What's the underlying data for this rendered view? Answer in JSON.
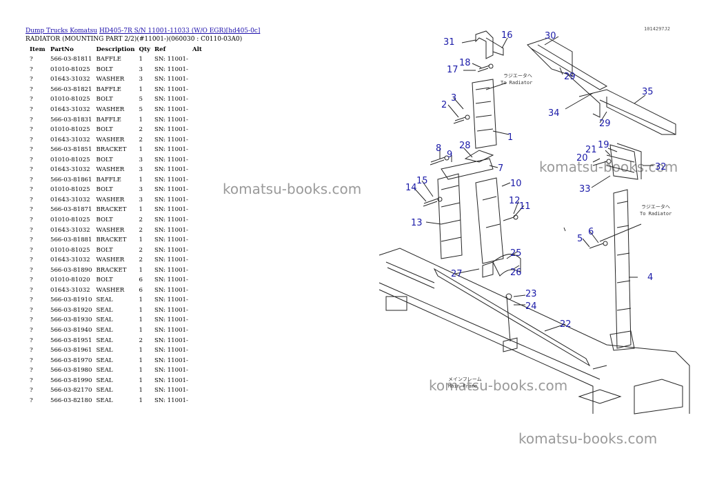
{
  "breadcrumb": {
    "link1": "Dump Trucks Komatsu",
    "link2": "HD405-7R S/N 11001-11033 (W/O EGR)[hd405-0c]"
  },
  "subtitle": "RADIATOR (MOUNTING PART 2/2)(#11001-)(060030 : C0110-03A0)",
  "table": {
    "headers": [
      "Item",
      "PartNo",
      "Description",
      "Qty",
      "Ref",
      "Alt"
    ],
    "rows": [
      [
        "?",
        "566-03-81811",
        "BAFFLE",
        "1",
        "SN: 11001-",
        ""
      ],
      [
        "?",
        "01010-81025",
        "BOLT",
        "3",
        "SN: 11001-",
        ""
      ],
      [
        "?",
        "01643-31032",
        "WASHER",
        "3",
        "SN: 11001-",
        ""
      ],
      [
        "?",
        "566-03-81821",
        "BAFFLE",
        "1",
        "SN: 11001-",
        ""
      ],
      [
        "?",
        "01010-81025",
        "BOLT",
        "5",
        "SN: 11001-",
        ""
      ],
      [
        "?",
        "01643-31032",
        "WASHER",
        "5",
        "SN: 11001-",
        ""
      ],
      [
        "?",
        "566-03-81831",
        "BAFFLE",
        "1",
        "SN: 11001-",
        ""
      ],
      [
        "?",
        "01010-81025",
        "BOLT",
        "2",
        "SN: 11001-",
        ""
      ],
      [
        "?",
        "01643-31032",
        "WASHER",
        "2",
        "SN: 11001-",
        ""
      ],
      [
        "?",
        "566-03-81851",
        "BRACKET",
        "1",
        "SN: 11001-",
        ""
      ],
      [
        "?",
        "01010-81025",
        "BOLT",
        "3",
        "SN: 11001-",
        ""
      ],
      [
        "?",
        "01643-31032",
        "WASHER",
        "3",
        "SN: 11001-",
        ""
      ],
      [
        "?",
        "566-03-81861",
        "BAFFLE",
        "1",
        "SN: 11001-",
        ""
      ],
      [
        "?",
        "01010-81025",
        "BOLT",
        "3",
        "SN: 11001-",
        ""
      ],
      [
        "?",
        "01643-31032",
        "WASHER",
        "3",
        "SN: 11001-",
        ""
      ],
      [
        "?",
        "566-03-81871",
        "BRACKET",
        "1",
        "SN: 11001-",
        ""
      ],
      [
        "?",
        "01010-81025",
        "BOLT",
        "2",
        "SN: 11001-",
        ""
      ],
      [
        "?",
        "01643-31032",
        "WASHER",
        "2",
        "SN: 11001-",
        ""
      ],
      [
        "?",
        "566-03-81881",
        "BRACKET",
        "1",
        "SN: 11001-",
        ""
      ],
      [
        "?",
        "01010-81025",
        "BOLT",
        "2",
        "SN: 11001-",
        ""
      ],
      [
        "?",
        "01643-31032",
        "WASHER",
        "2",
        "SN: 11001-",
        ""
      ],
      [
        "?",
        "566-03-81890",
        "BRACKET",
        "1",
        "SN: 11001-",
        ""
      ],
      [
        "?",
        "01010-81020",
        "BOLT",
        "6",
        "SN: 11001-",
        ""
      ],
      [
        "?",
        "01643-31032",
        "WASHER",
        "6",
        "SN: 11001-",
        ""
      ],
      [
        "?",
        "566-03-81910",
        "SEAL",
        "1",
        "SN: 11001-",
        ""
      ],
      [
        "?",
        "566-03-81920",
        "SEAL",
        "1",
        "SN: 11001-",
        ""
      ],
      [
        "?",
        "566-03-81930",
        "SEAL",
        "1",
        "SN: 11001-",
        ""
      ],
      [
        "?",
        "566-03-81940",
        "SEAL",
        "1",
        "SN: 11001-",
        ""
      ],
      [
        "?",
        "566-03-81951",
        "SEAL",
        "2",
        "SN: 11001-",
        ""
      ],
      [
        "?",
        "566-03-81961",
        "SEAL",
        "1",
        "SN: 11001-",
        ""
      ],
      [
        "?",
        "566-03-81970",
        "SEAL",
        "1",
        "SN: 11001-",
        ""
      ],
      [
        "?",
        "566-03-81980",
        "SEAL",
        "1",
        "SN: 11001-",
        ""
      ],
      [
        "?",
        "566-03-81990",
        "SEAL",
        "1",
        "SN: 11001-",
        ""
      ],
      [
        "?",
        "566-03-82170",
        "SEAL",
        "1",
        "SN: 11001-",
        ""
      ],
      [
        "?",
        "566-03-82180",
        "SEAL",
        "1",
        "SN: 11001-",
        ""
      ]
    ]
  },
  "watermark": "komatsu-books.com",
  "diagram": {
    "fig_code": "1014297J2",
    "labels": [
      "31",
      "16",
      "30",
      "18",
      "17",
      "29",
      "35",
      "3",
      "2",
      "34",
      "29",
      "1",
      "8",
      "28",
      "9",
      "7",
      "21",
      "20",
      "19",
      "32",
      "14",
      "15",
      "10",
      "33",
      "12",
      "11",
      "13",
      "6",
      "5",
      "25",
      "27",
      "26",
      "4",
      "23",
      "24",
      "22"
    ],
    "note_jp": "ラジエータへ",
    "note_en": "To Radiator",
    "frame_jp": "メインフレーム",
    "frame_en": "Main Frame"
  },
  "colors": {
    "link": "#1a0dab",
    "callout": "#1a1aa8",
    "watermark": "#9a9a9a"
  }
}
